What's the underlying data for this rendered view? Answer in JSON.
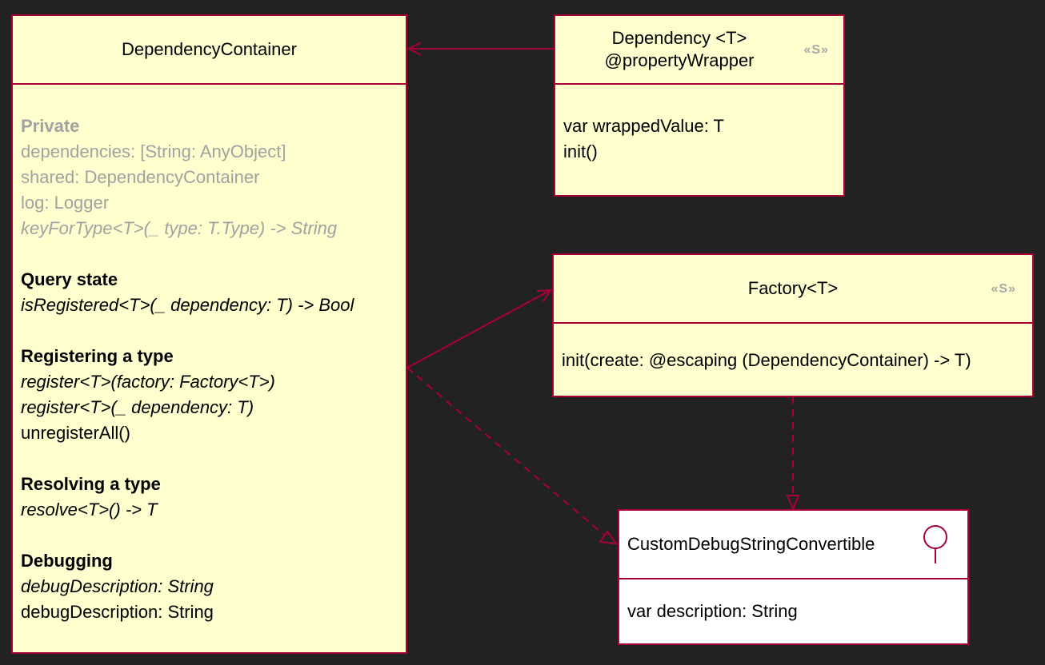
{
  "colors": {
    "background": "#232223",
    "box_fill": "#fefece",
    "border": "#a80036",
    "muted_text": "#a2a2a2"
  },
  "container": {
    "title": "DependencyContainer",
    "sections": [
      {
        "heading": "Private",
        "lines": [
          "dependencies: [String: AnyObject]",
          "shared: DependencyContainer",
          "log: Logger"
        ],
        "italic_line": "keyForType<T>(_ type: T.Type) -> String"
      },
      {
        "heading": "Query state",
        "lines": [
          "isRegistered<T>(_ dependency: T) -> Bool"
        ]
      },
      {
        "heading": "Registering a type",
        "lines": [
          "register<T>(factory: Factory<T>)",
          "register<T>(_ dependency: T)",
          "unregisterAll()"
        ]
      },
      {
        "heading": "Resolving a type",
        "lines": [
          "resolve<T>() -> T"
        ]
      },
      {
        "heading": "Debugging",
        "lines": [
          "debugDescription: String",
          "debugDescription: String"
        ]
      }
    ]
  },
  "dependency": {
    "title_line1": "Dependency <T>",
    "title_line2": "@propertyWrapper",
    "stereotype": "«S»",
    "members": [
      "var wrappedValue: T",
      "init()"
    ]
  },
  "factory": {
    "title": "Factory<T>",
    "stereotype": "«S»",
    "members": [
      "init(create: @escaping (DependencyContainer) -> T)"
    ]
  },
  "protocol": {
    "title": "CustomDebugStringConvertible",
    "icon": "interface-lollipop-icon",
    "members": [
      "var description: String"
    ]
  }
}
